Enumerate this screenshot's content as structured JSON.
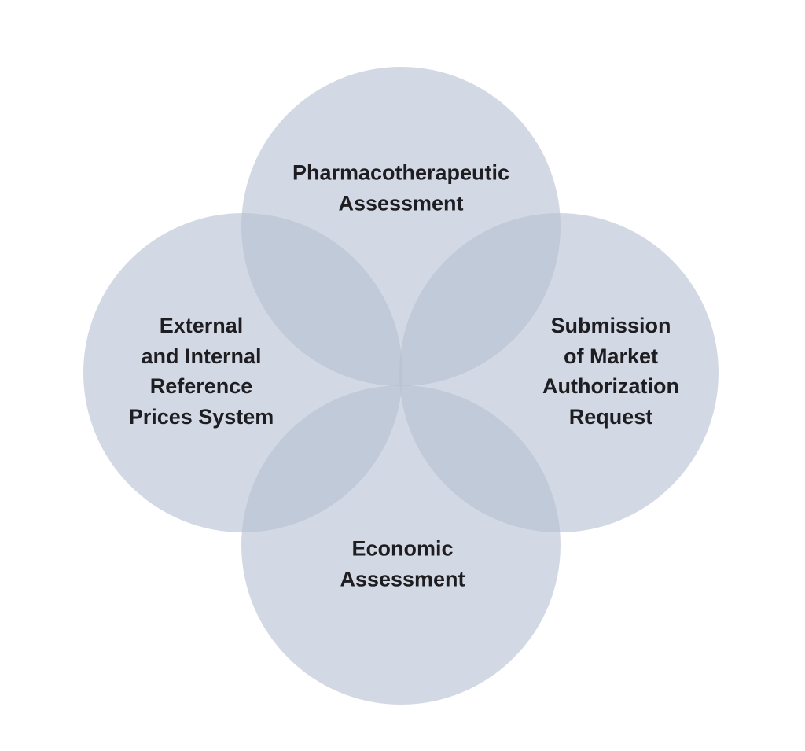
{
  "diagram": {
    "fill_color": "#b6c0d2",
    "text_color": "#1e1e22",
    "circles": [
      {
        "lines": [
          "Pharmacotherapeutic",
          "Assessment"
        ]
      },
      {
        "lines": [
          "External",
          "and Internal",
          "Reference",
          "Prices System"
        ]
      },
      {
        "lines": [
          "Submission",
          "of Market",
          "Authorization",
          "Request"
        ]
      },
      {
        "lines": [
          "Economic",
          "Assessment"
        ]
      }
    ]
  }
}
